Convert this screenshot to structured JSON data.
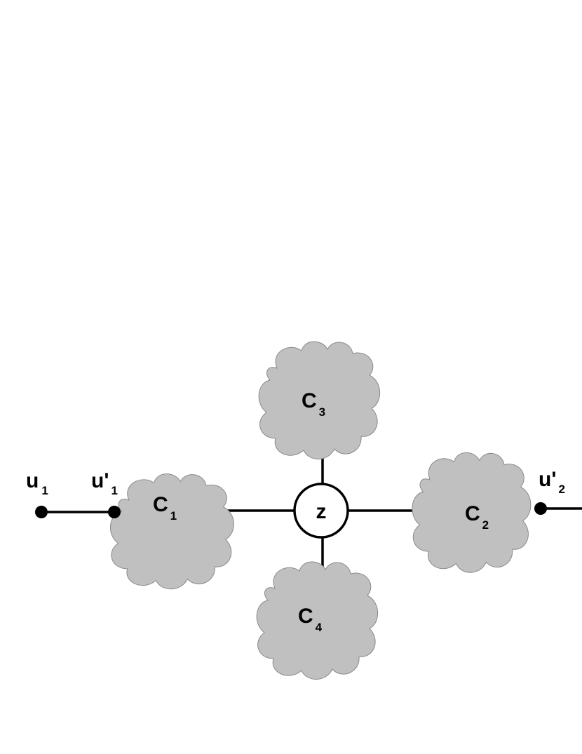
{
  "diagram": {
    "center": {
      "label": "z"
    },
    "clusters": [
      {
        "id": "c1",
        "base": "C",
        "sub": "1"
      },
      {
        "id": "c2",
        "base": "C",
        "sub": "2"
      },
      {
        "id": "c3",
        "base": "C",
        "sub": "3"
      },
      {
        "id": "c4",
        "base": "C",
        "sub": "4"
      }
    ],
    "vertices": [
      {
        "id": "u1",
        "base": "u",
        "prime": "",
        "sub": "1"
      },
      {
        "id": "u1p",
        "base": "u",
        "prime": "'",
        "sub": "1"
      },
      {
        "id": "u2p",
        "base": "u",
        "prime": "'",
        "sub": "2"
      }
    ],
    "colors": {
      "cloud_fill": "#c0c0c0",
      "line": "#000000",
      "node_fill": "#ffffff"
    }
  }
}
